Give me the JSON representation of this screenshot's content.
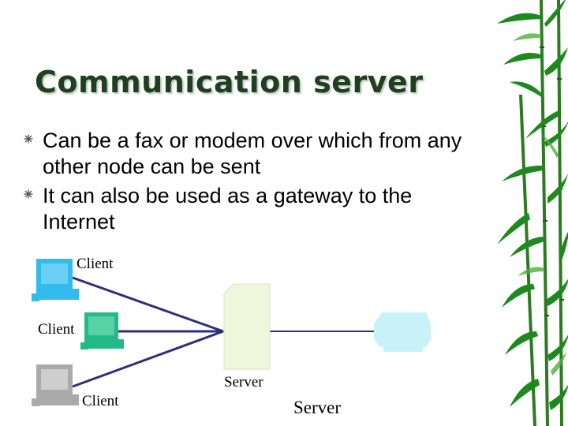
{
  "slide": {
    "title": "Communication server",
    "bullets": [
      {
        "icon": "asterisk-bullet-icon",
        "text": "Can be a fax or modem over which from any other node can be sent"
      },
      {
        "icon": "asterisk-bullet-icon",
        "text": "It can also be used as a gateway to the Internet"
      }
    ]
  },
  "diagram": {
    "client_top_label": "Client",
    "client_mid_label": "Client",
    "client_bottom_label": "Client",
    "server_label": "Server",
    "server_big_label": "Server"
  },
  "colors": {
    "title": "#1f3f20",
    "link_line": "#2e2e7a",
    "client_top": "#33bbee",
    "client_mid": "#22bb88",
    "client_bottom": "#aaaaaa",
    "server_box": "#eef6dc",
    "remote_box": "#c8f2f8",
    "bamboo_leaf": "#1e8a1e"
  }
}
